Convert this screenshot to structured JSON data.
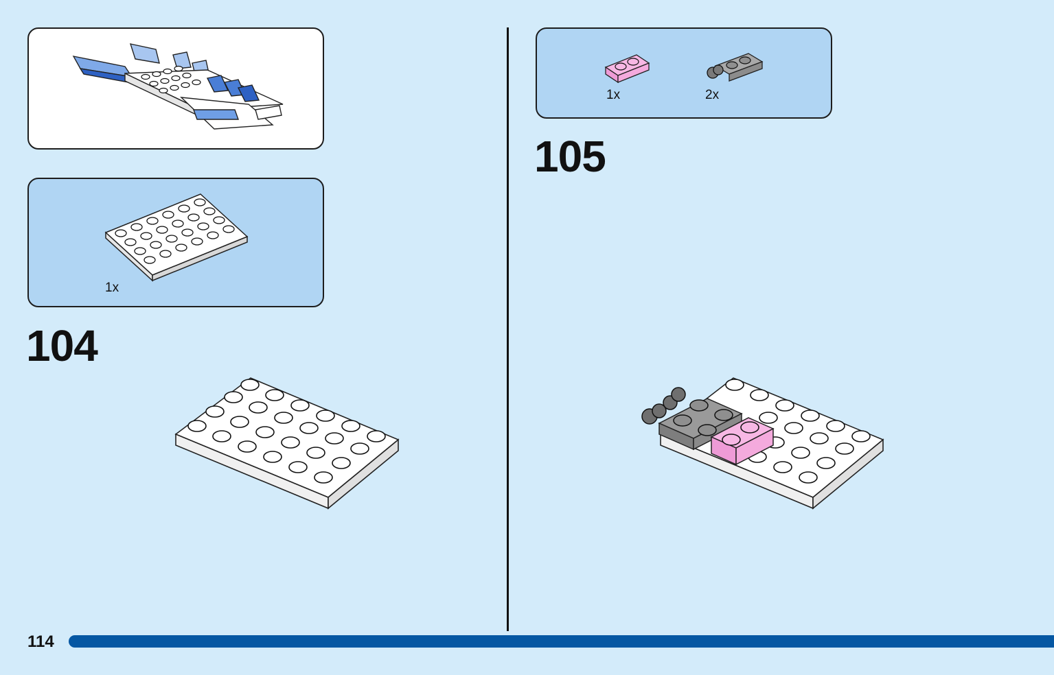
{
  "page": {
    "number": "114"
  },
  "progress": {
    "fraction": 1.0,
    "color": "#0557a3"
  },
  "colors": {
    "background": "#d3ebfa",
    "parts_box": "#b0d5f3",
    "preview_box": "#ffffff"
  },
  "steps": [
    {
      "number": "104",
      "parts": [
        {
          "qty": "1x",
          "piece": "white-plate-4x6"
        }
      ]
    },
    {
      "number": "105",
      "parts": [
        {
          "qty": "1x",
          "piece": "pink-plate-1x2"
        },
        {
          "qty": "2x",
          "piece": "dark-grey-hinge-plate-1x2"
        }
      ]
    }
  ]
}
